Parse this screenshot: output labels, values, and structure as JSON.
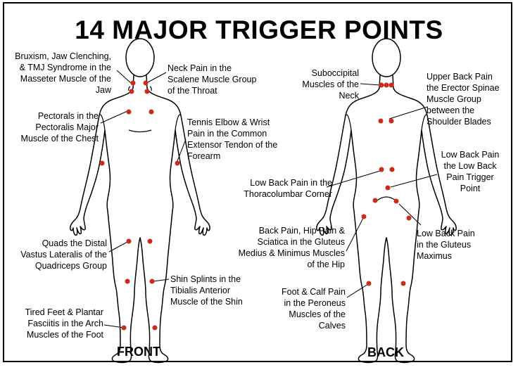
{
  "title": "14 MAJOR TRIGGER POINTS",
  "views": {
    "front": "FRONT",
    "back": "BACK"
  },
  "colors": {
    "trigger_point": "#cc2a1b",
    "outline": "#000000",
    "background": "#ffffff"
  },
  "labels": {
    "jaw": "Bruxism, Jaw Clenching,\n& TMJ Syndrome in the\nMasseter Muscle of the\nJaw",
    "neck_front": "Neck Pain in the\nScalene Muscle Group\nof the Throat",
    "pectorals": "Pectorals in the\nPectoralis Major\nMuscle of the Chest",
    "tennis_elbow": "Tennis Elbow & Wrist\nPain in the Common\nExtensor Tendon of the\nForearm",
    "quads": "Quads the Distal\nVastus Lateralis of the\nQuadriceps Group",
    "shin": "Shin Splints in the\nTibialis Anterior\nMuscle of the Shin",
    "feet": "Tired Feet & Plantar\nFasciitis in the Arch\nMuscles of the Foot",
    "suboccipital": "Suboccipital\nMuscles of the\nNeck",
    "upper_back": "Upper Back Pain\nthe Erector Spinae\nMuscle Group\nbetween the\nShoulder Blades",
    "low_back_trigger": "Low Back Pain\nthe Low Back\nPain Trigger\nPoint",
    "thoracolumbar": "Low Back Pain in the\nThoracolumbar Corner",
    "gluteus_maximus": "Low Back Pain\nin the Gluteus\nMaximus",
    "gluteus_medius": "Back Pain, Hip Pain &\nSciatica in the Gluteus\nMedius & Minimus Muscles\nof the Hip",
    "calf": "Foot & Calf Pain\nin the Peroneus\nMuscles of the\nCalves"
  }
}
